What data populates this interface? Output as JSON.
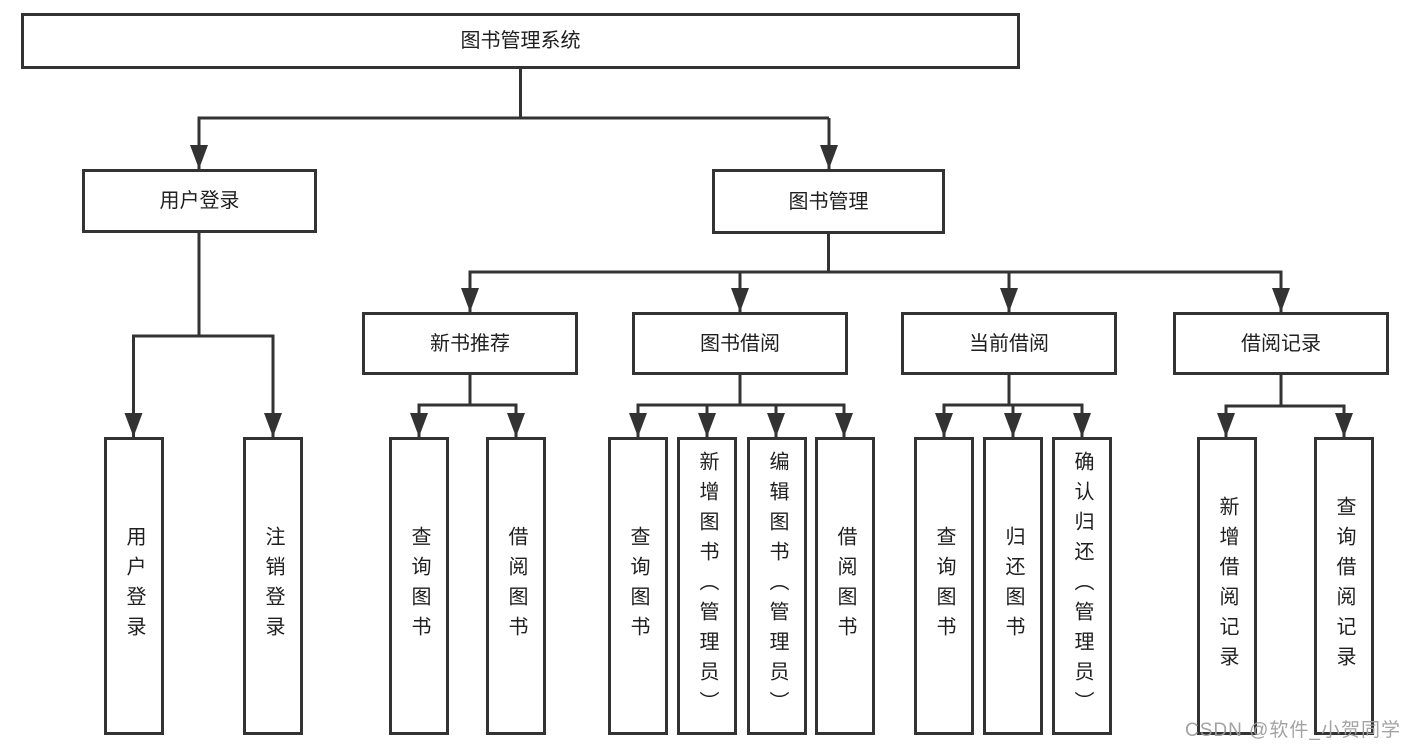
{
  "diagram": {
    "root": {
      "label": "图书管理系统"
    },
    "level1": [
      {
        "label": "用户登录"
      },
      {
        "label": "图书管理"
      }
    ],
    "level2": [
      {
        "label": "新书推荐"
      },
      {
        "label": "图书借阅"
      },
      {
        "label": "当前借阅"
      },
      {
        "label": "借阅记录"
      }
    ],
    "leaves": [
      {
        "label": "用户登录"
      },
      {
        "label": "注销登录"
      },
      {
        "label": "查询图书"
      },
      {
        "label": "借阅图书"
      },
      {
        "label": "查询图书"
      },
      {
        "label": "新增图书（管理员）"
      },
      {
        "label": "编辑图书（管理员）"
      },
      {
        "label": "借阅图书"
      },
      {
        "label": "查询图书"
      },
      {
        "label": "归还图书"
      },
      {
        "label": "确认归还（管理员）"
      },
      {
        "label": "新增借阅记录"
      },
      {
        "label": "查询借阅记录"
      }
    ],
    "watermark": "CSDN @软件_小贺同学",
    "colors": {
      "line": "#333333",
      "text": "#1f1f1f",
      "watermark": "#9e9e9e",
      "background": "#ffffff"
    }
  }
}
